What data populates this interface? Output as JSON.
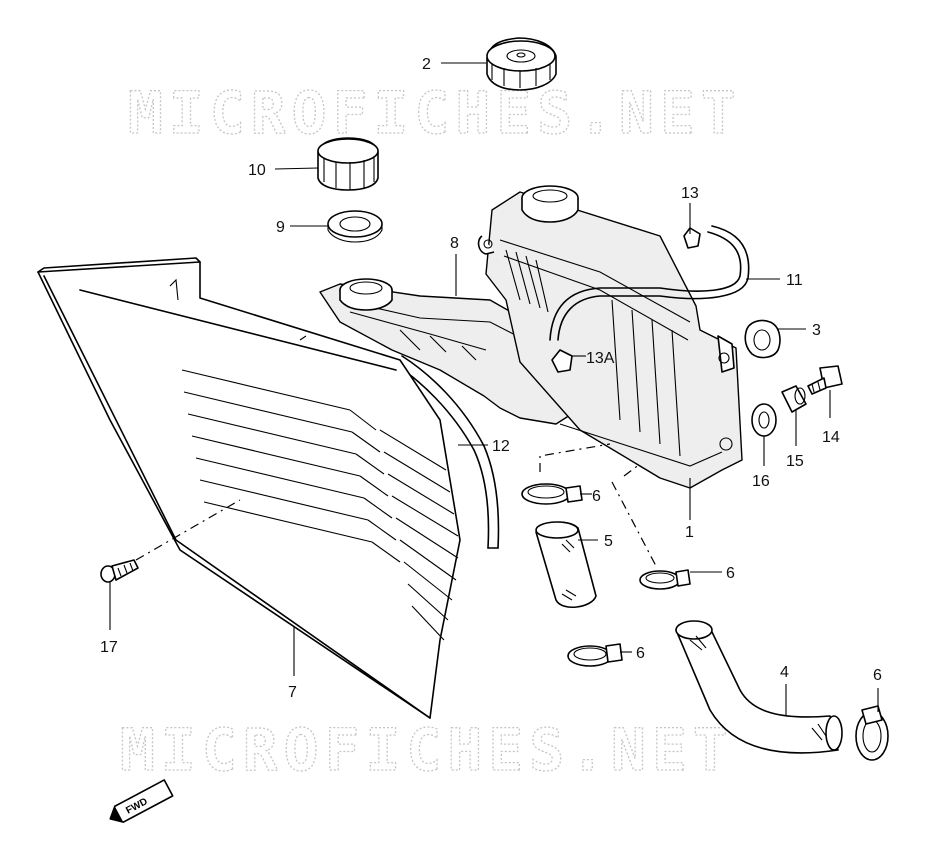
{
  "watermark": {
    "text": "MICROFICHES.NET"
  },
  "callouts": {
    "c1": "1",
    "c2": "2",
    "c3": "3",
    "c4": "4",
    "c5": "5",
    "c6a": "6",
    "c6b": "6",
    "c6c": "6",
    "c6d": "6",
    "c7": "7",
    "c8": "8",
    "c9": "9",
    "c10": "10",
    "c11": "11",
    "c12": "12",
    "c13": "13",
    "c13a": "13A",
    "c14": "14",
    "c15": "15",
    "c16": "16",
    "c17": "17"
  },
  "direction_badge": {
    "label": "FWD",
    "icon": "forward-arrow-icon"
  },
  "colors": {
    "line": "#000000",
    "watermark": "#c6c6c6",
    "background": "#ffffff"
  }
}
